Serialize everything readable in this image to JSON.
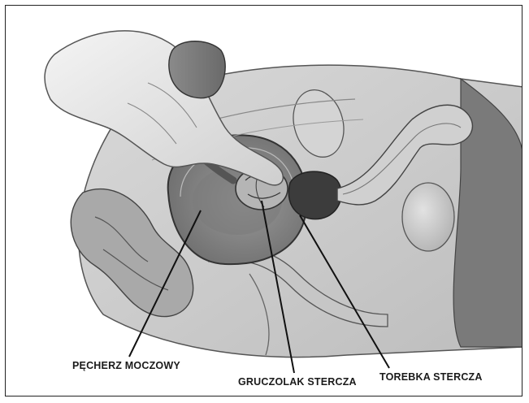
{
  "labels": {
    "bladder": "PĘCHERZ MOCZOWY",
    "adenoma": "GRUCZOLAK STERCZA",
    "capsule": "TOREBKA STERCZA"
  },
  "colors": {
    "outline": "#3a3a3a",
    "leader_line": "#111111",
    "arrow": "#555555",
    "frame_border": "#222222",
    "background": "#ffffff"
  }
}
